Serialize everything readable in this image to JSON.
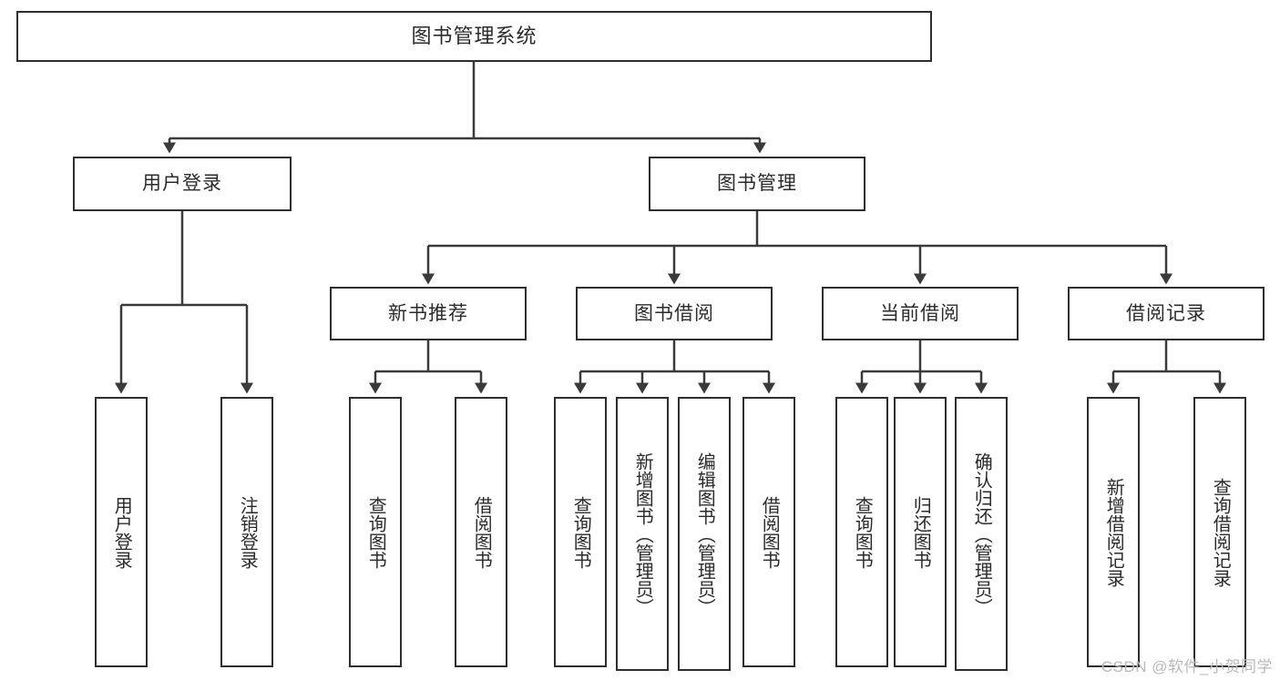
{
  "diagram": {
    "title": "图书管理系统",
    "type": "tree-hierarchy",
    "theme": {
      "background": "#ffffff",
      "box_border": "#2e2e2e",
      "box_fill": "#ffffff",
      "connector": "#3a3a3a",
      "text": "#2b2b2b",
      "watermark": "#b9b9b9"
    },
    "root": {
      "label": "图书管理系统"
    },
    "level2": [
      {
        "label": "用户登录"
      },
      {
        "label": "图书管理"
      }
    ],
    "level3": [
      {
        "label": "新书推荐"
      },
      {
        "label": "图书借阅"
      },
      {
        "label": "当前借阅"
      },
      {
        "label": "借阅记录"
      }
    ],
    "leaves": {
      "user_login": [
        {
          "label": "用户登录"
        },
        {
          "label": "注销登录"
        }
      ],
      "new_book_recommend": [
        {
          "label": "查询图书"
        },
        {
          "label": "借阅图书"
        }
      ],
      "book_borrow": [
        {
          "label": "查询图书"
        },
        {
          "label": "新增图书（管理员）"
        },
        {
          "label": "编辑图书（管理员）"
        },
        {
          "label": "借阅图书"
        }
      ],
      "current_borrow": [
        {
          "label": "查询图书"
        },
        {
          "label": "归还图书"
        },
        {
          "label": "确认归还（管理员）"
        }
      ],
      "borrow_record": [
        {
          "label": "新增借阅记录"
        },
        {
          "label": "查询借阅记录"
        }
      ]
    }
  },
  "watermark": {
    "text": "CSDN @软件_小贺同学"
  }
}
